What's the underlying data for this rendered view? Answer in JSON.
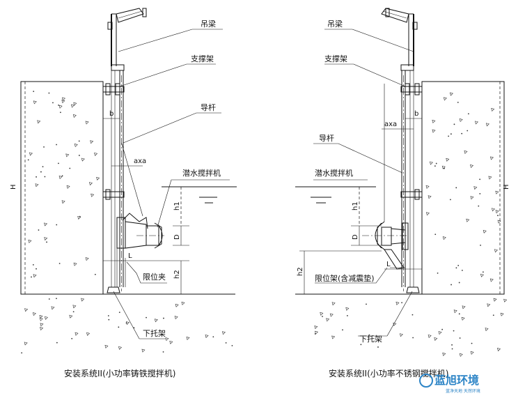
{
  "left": {
    "labels": {
      "crane_beam": "吊梁",
      "support_frame": "支撑架",
      "guide_rod": "导杆",
      "mixer": "潜水搅拌机",
      "limit_clamp": "限位夹",
      "lower_bracket": "下托架"
    },
    "dims": {
      "H": "H",
      "b": "b",
      "axa": "axa",
      "h1": "h1",
      "D": "D",
      "L": "L",
      "h2": "h2"
    },
    "caption": "安装系统II(小功率铸铁搅拌机)"
  },
  "right": {
    "labels": {
      "crane_beam": "吊梁",
      "support_frame": "支撑架",
      "guide_rod": "导杆",
      "mixer": "潜水搅拌机",
      "limit_frame": "限位架(含减震垫)",
      "lower_bracket": "下托架"
    },
    "dims": {
      "H": "H",
      "b": "b",
      "axa": "axa",
      "h1": "h1",
      "D": "D",
      "L": "L",
      "h2": "h2"
    },
    "caption": "安装系统II(小功率不锈钢搅拌机)"
  },
  "watermark": {
    "brand": "蓝旭环境",
    "slogan": "蓝净天地 天然环境"
  },
  "colors": {
    "line": "#111111",
    "watermark": "#2c84c6"
  }
}
